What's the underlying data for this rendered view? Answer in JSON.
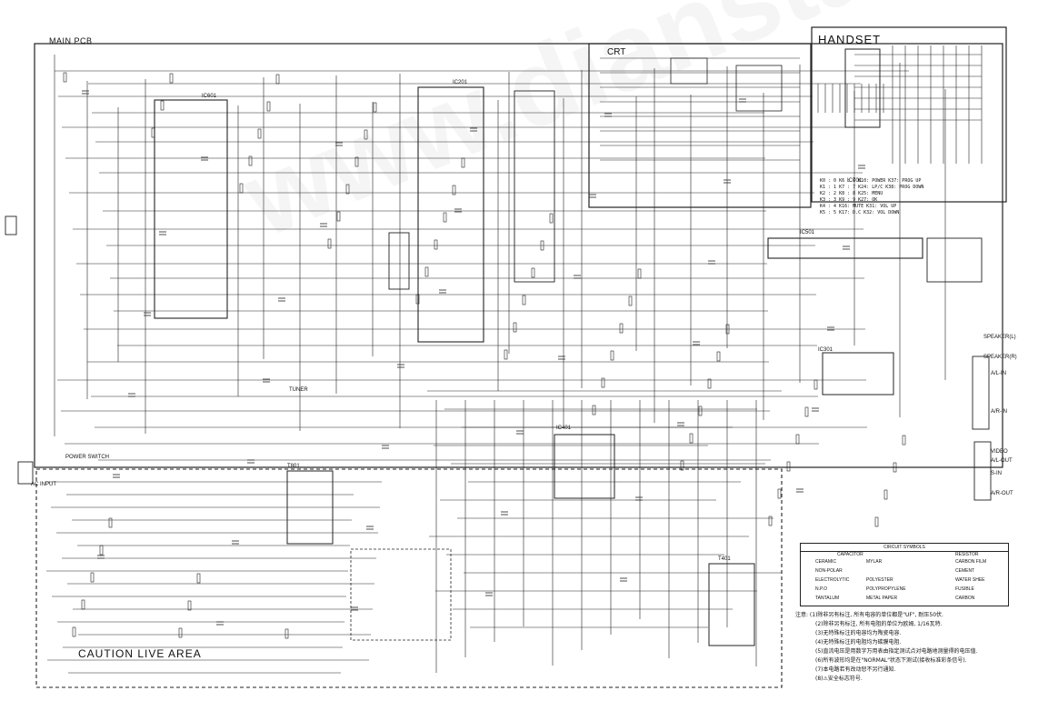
{
  "sections": {
    "main_pcb": "MAIN PCB",
    "crt": "CRT",
    "handset": "HANDSET",
    "caution": "CAUTION LIVE AREA",
    "ac_input": "AC INPUT",
    "power_switch": "POWER SWITCH",
    "tuner": "TUNER",
    "circuit_symbols": "CIRCUIT SYMBOLS",
    "capacitor": "CAPACITOR",
    "resistor": "RESISTOR"
  },
  "watermark": "www.dianstar.com",
  "ic_labels": [
    "IC601",
    "IC201",
    "IC501",
    "IC401",
    "IC301",
    "T401",
    "T801",
    "IC701"
  ],
  "side_tags": [
    "A/L-IN",
    "A/R-IN",
    "A/L-OUT",
    "A/R-OUT",
    "S-IN",
    "VIDEO",
    "SPEAKER(L)",
    "SPEAKER(R)"
  ],
  "handset_keys": [
    "K0 : 0    K6 : 6    K10: POWER   K37: PROG UP",
    "K1 : 1    K7 : 7    K24: LP/C    K38: PROG DOWN",
    "K2 : 2    K8 : 8    K25: MENU",
    "K3 : 3    K9 : 9    K27: OK",
    "K4 : 4    K16: MUTE K31: VOL UP",
    "K5 : 5    K17: D.C  K32: VOL DOWN"
  ],
  "symbols_left": [
    "CERAMIC",
    "MYLAR",
    "NON-POLAR",
    "ELECTROLYTIC",
    "POLYESTER",
    "N.P.O",
    "POLYPROPYLENE",
    "TANTALUM",
    "METAL PAPER"
  ],
  "symbols_right": [
    "CARBON FILM",
    "CEMENT",
    "WATER SHEE",
    "FUSIBLE",
    "CARBON"
  ],
  "notes": [
    "注意: (1)除非另有标注, 所有电容的单位都是\"UF\", 耐压50伏.",
    "(2)除非另有标注, 所有电阻的单位为欧姆, 1/16瓦特.",
    "(3)无特殊标注的电容均为陶瓷电容.",
    "(4)无特殊标注的电阻均为碳膜电阻.",
    "(5)直流电压是用数字万用表由指定测试点对电路地测量得的电压值.",
    "(6)所有波形均是在\"NORMAL\"状态下测试(接收标准彩条信号).",
    "(7)本电路若有改动恕不另行通知.",
    "(8)⚠安全标志符号."
  ]
}
